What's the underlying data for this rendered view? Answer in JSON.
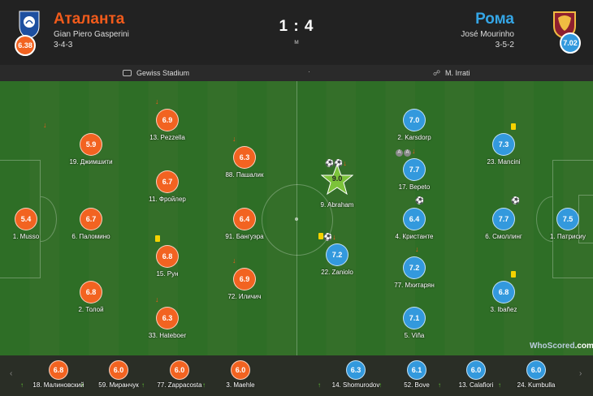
{
  "match": {
    "home": {
      "name": "Аталанта",
      "coach": "Gian Piero Gasperini",
      "formation": "3-4-3",
      "rating": "6.38"
    },
    "away": {
      "name": "Рома",
      "coach": "José Mourinho",
      "formation": "3-5-2",
      "rating": "7.02"
    },
    "score": "1 : 4",
    "status": "м"
  },
  "info": {
    "stadium": "Gewiss Stadium",
    "separator": "·",
    "referee": "M. Irrati"
  },
  "colors": {
    "home": "#f26321",
    "away": "#3399dd",
    "motm": "#7cc33a"
  },
  "home_players": [
    {
      "name": "1. Musso",
      "rating": "5.4"
    },
    {
      "name": "19. Джимшити",
      "rating": "5.9",
      "event": "sub-off"
    },
    {
      "name": "6. Паломино",
      "rating": "6.7"
    },
    {
      "name": "2. Толой",
      "rating": "6.8"
    },
    {
      "name": "13. Pezzella",
      "rating": "6.9",
      "event": "sub-off"
    },
    {
      "name": "11. Фройлер",
      "rating": "6.7"
    },
    {
      "name": "15. Рун",
      "rating": "6.8",
      "event": "yellow-card"
    },
    {
      "name": "33. Hateboer",
      "rating": "6.3",
      "event": "sub-off"
    },
    {
      "name": "88. Пашалик",
      "rating": "6.3",
      "event": "sub-off"
    },
    {
      "name": "91. Бангуэра",
      "rating": "6.4"
    },
    {
      "name": "72. Иличич",
      "rating": "6.9",
      "event": "sub-off"
    }
  ],
  "away_players": [
    {
      "name": "9. Abraham",
      "rating": "9.0",
      "event": "two-goals, sub-off",
      "man_of_match": true
    },
    {
      "name": "22. Zaniolo",
      "rating": "7.2",
      "event": "yellow-card, goal, sub-off"
    },
    {
      "name": "2. Karsdorp",
      "rating": "7.0"
    },
    {
      "name": "17. Вереto",
      "rating": "7.7",
      "event": "two-assists, sub-off"
    },
    {
      "name": "4. Кристанте",
      "rating": "6.4",
      "event": "own-goal"
    },
    {
      "name": "77. Мхитарян",
      "rating": "7.2",
      "event": "sub-off"
    },
    {
      "name": "5. Viña",
      "rating": "7.1"
    },
    {
      "name": "23. Mancini",
      "rating": "7.3",
      "event": "yellow-card"
    },
    {
      "name": "6. Смоллинг",
      "rating": "7.7",
      "event": "goal"
    },
    {
      "name": "3. Ibañez",
      "rating": "6.8",
      "event": "yellow-card"
    },
    {
      "name": "1. Патрисиу",
      "rating": "7.5"
    }
  ],
  "home_subs": [
    {
      "name": "18. Малиновский",
      "rating": "6.8"
    },
    {
      "name": "59. Миранчук",
      "rating": "6.0"
    },
    {
      "name": "77. Zappacosta",
      "rating": "6.0"
    },
    {
      "name": "3. Maehle",
      "rating": "6.0"
    }
  ],
  "away_subs": [
    {
      "name": "14. Shomurodov",
      "rating": "6.3"
    },
    {
      "name": "52. Bove",
      "rating": "6.1"
    },
    {
      "name": "13. Calafiori",
      "rating": "6.0"
    },
    {
      "name": "24. Kumbulla",
      "rating": "6.0"
    }
  ],
  "subs_nav": {
    "prev": "‹",
    "next": "›"
  },
  "watermark": {
    "brand": "WhoScored",
    "tld": ".com"
  }
}
